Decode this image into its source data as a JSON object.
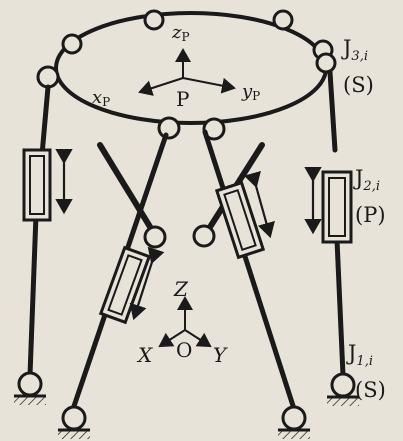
{
  "labels": {
    "platform_z": "z",
    "platform_z_sub": "P",
    "platform_x": "x",
    "platform_x_sub": "P",
    "platform_y": "y",
    "platform_y_sub": "P",
    "platform_origin": "P",
    "base_z": "Z",
    "base_x": "X",
    "base_y": "Y",
    "base_origin": "O",
    "joint3": "J",
    "joint3_sub": "3,i",
    "joint3_type": "(S)",
    "joint2": "J",
    "joint2_sub": "2,i",
    "joint2_type": "(P)",
    "joint1": "J",
    "joint1_sub": "1,i",
    "joint1_type": "(S)"
  },
  "colors": {
    "ink": "#1a1a1a",
    "paper": "#e7e3d8"
  }
}
